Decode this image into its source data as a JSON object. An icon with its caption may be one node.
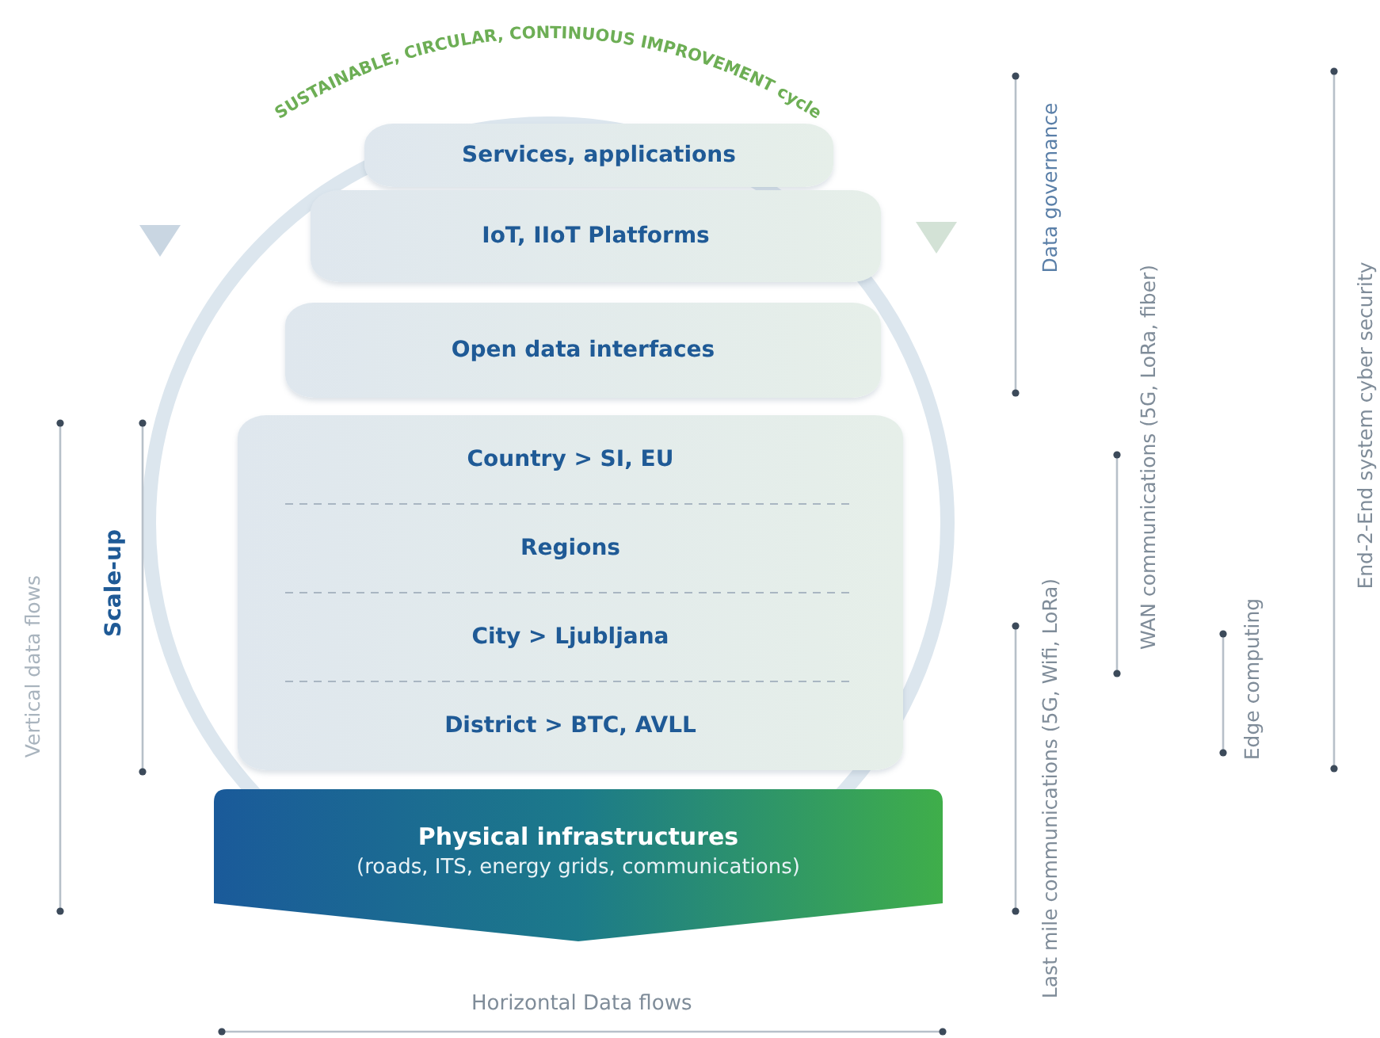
{
  "diagram": {
    "nodes": [
      {
        "text": [
          "Services, applications"
        ]
      },
      {
        "text": [
          "IoT, IIoT Platforms"
        ]
      },
      {
        "text": [
          "Open data interfaces"
        ]
      },
      {
        "text": [
          "Country > SI, EU",
          "Regions",
          "City > Ljubljana",
          "District > BTC, AVLL"
        ]
      },
      {
        "text": [
          "Physical infrastructures",
          "(roads, ITS, energy grids, communications)"
        ]
      }
    ],
    "edges": [],
    "labels": [
      "SUSTAINABLE, CIRCULAR, CONTINUOUS IMPROVEMENT cycle",
      "Data governance",
      "End-2-End system cyber security",
      "Vertical data flows",
      "Scale-up",
      "WAN communications (5G, LoRa, fiber)",
      "Edge computing",
      "Last mile communications (5G, Wifi, LoRa)",
      "Horizontal Data flows"
    ]
  }
}
